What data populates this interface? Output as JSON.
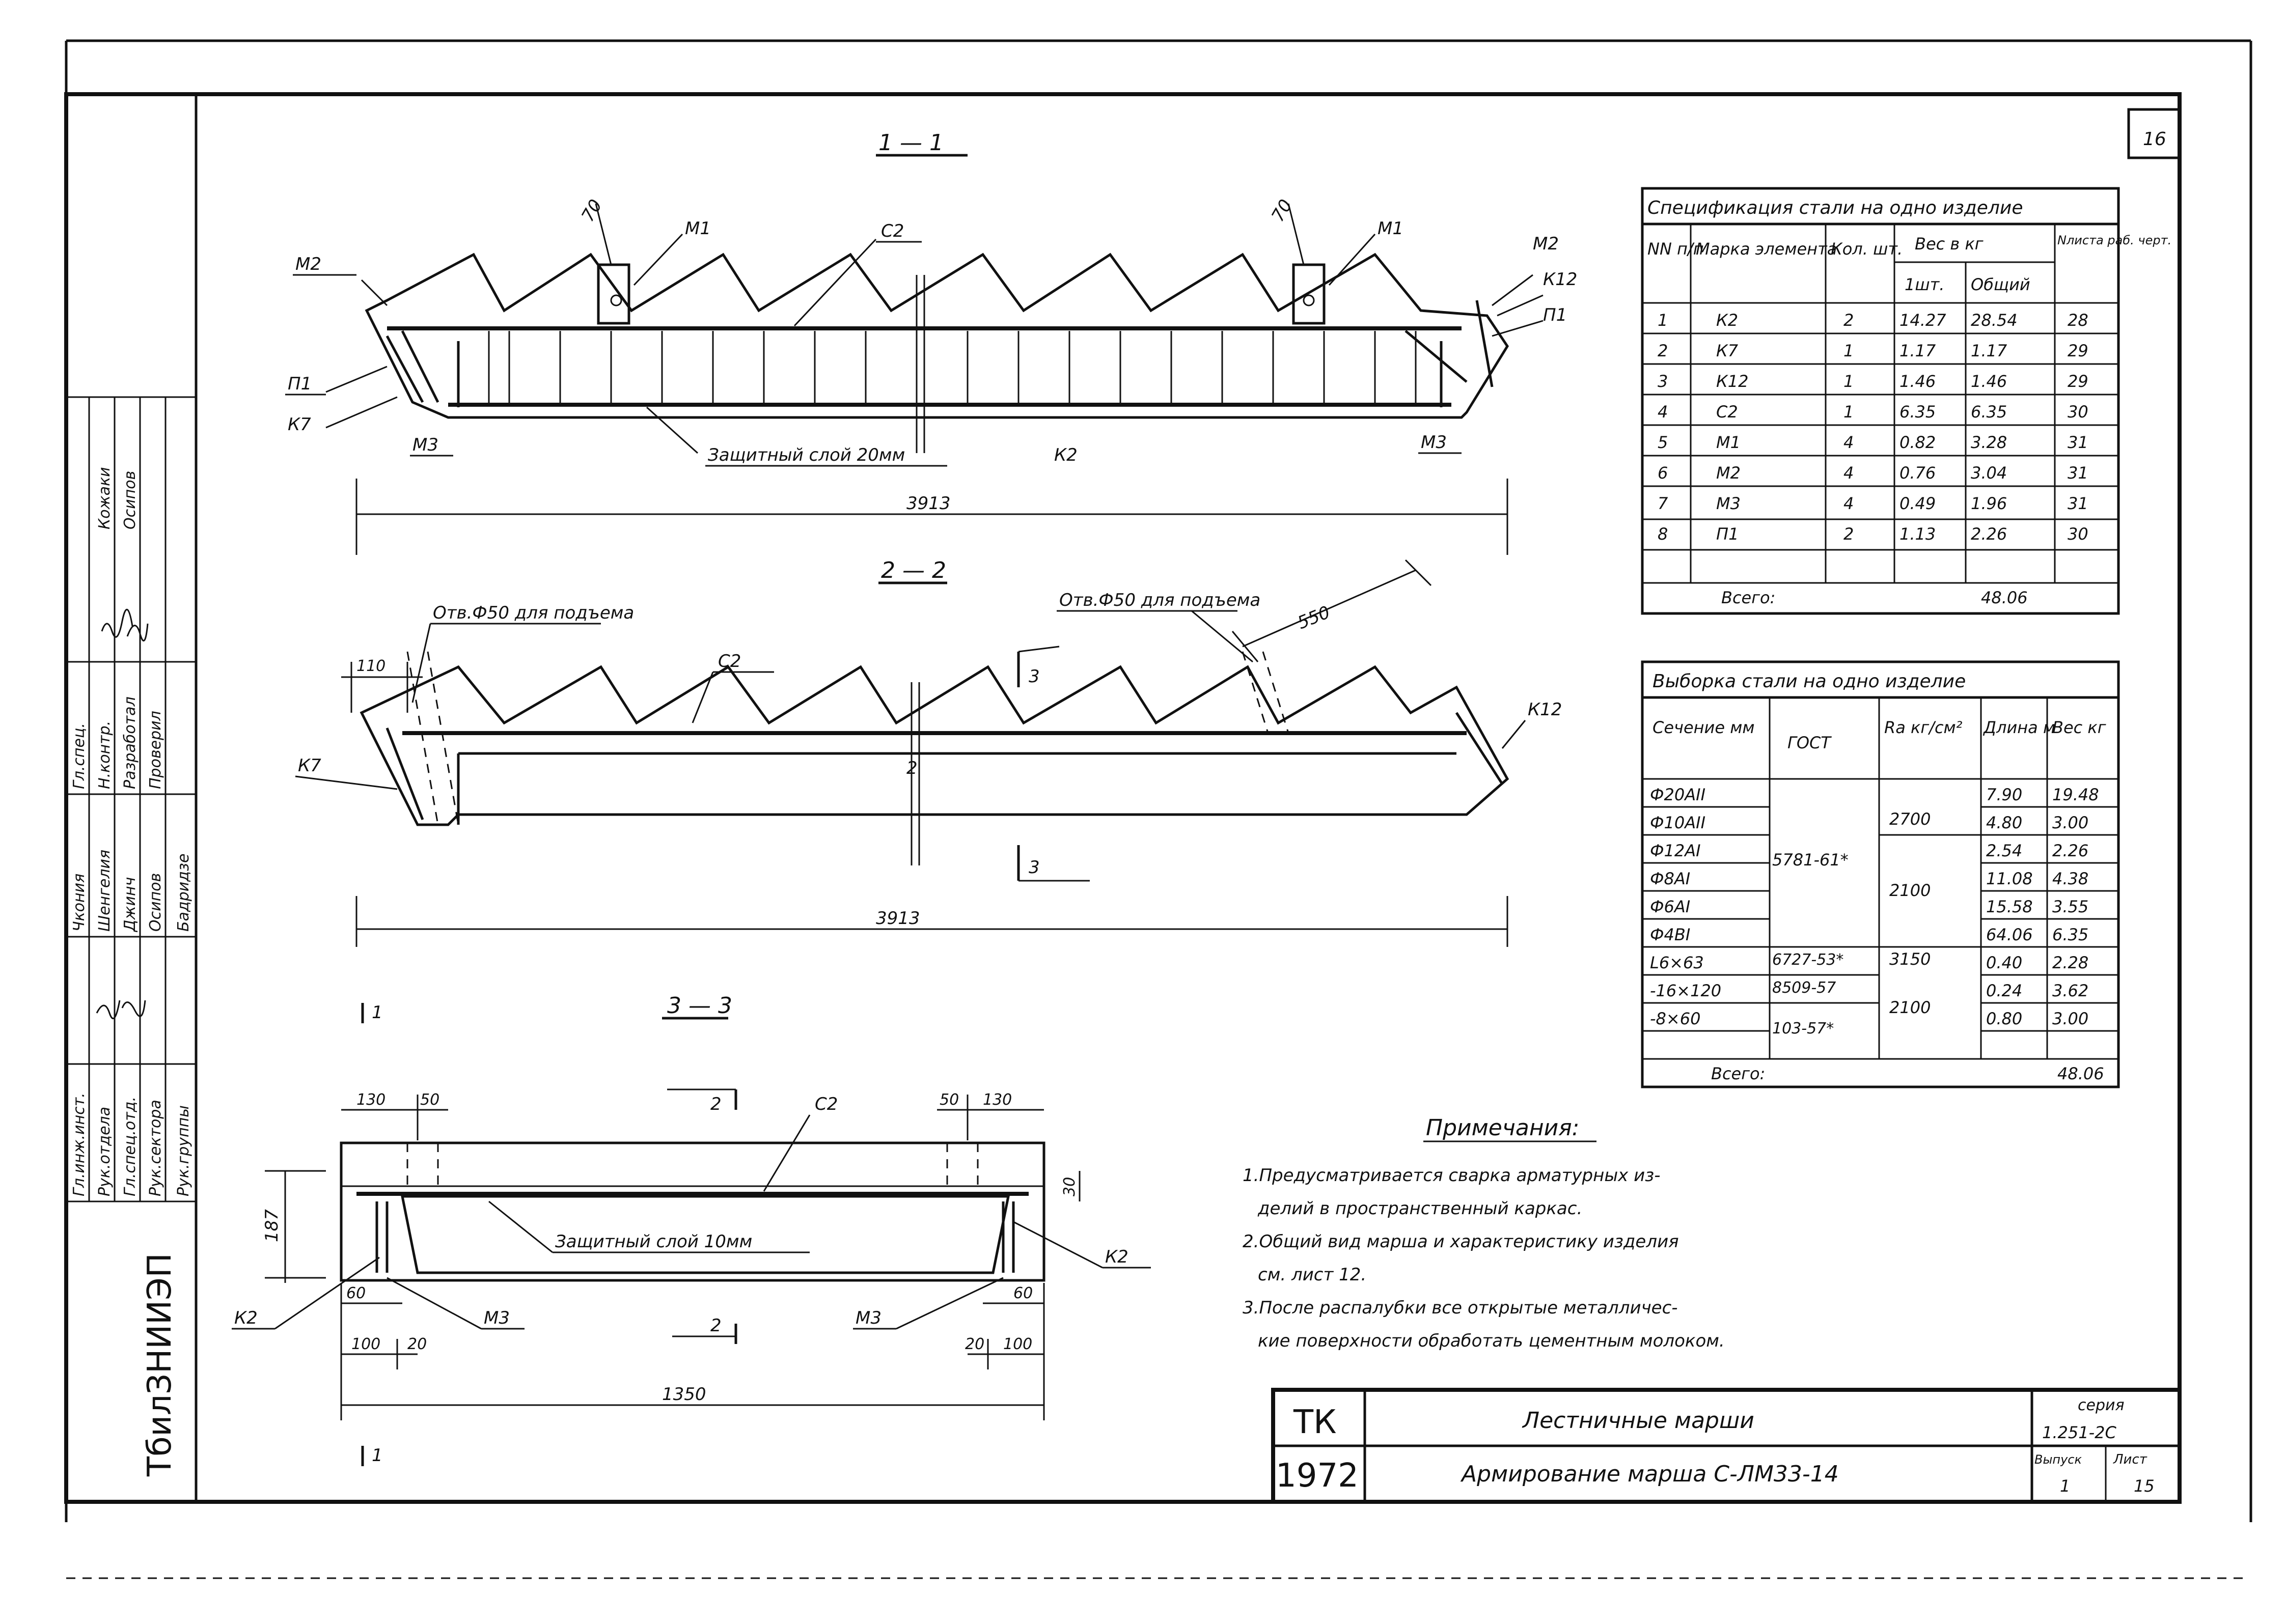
{
  "sheet": {
    "sheet_number": "16",
    "org": "ТбилЗНИИЭП",
    "stamp": {
      "col1": [
        "Гл.инж.инст.",
        "Рук.отдела",
        "Гл.спец.отд.",
        "Рук.сектора",
        "Рук.группы"
      ],
      "col2": [
        "Чкония",
        "Шенгелия",
        "Джинч",
        "Осипов",
        "Бадридзе"
      ],
      "col3": [
        "Гл.спец.",
        "Н.контр.",
        "Разработал",
        "Проверил"
      ],
      "col4": [
        "Кожаки",
        "Осипов"
      ]
    }
  },
  "section_1": {
    "title": "1 — 1",
    "dims": {
      "d70_left": "70",
      "d70_right": "70",
      "length": "3913"
    },
    "labels": {
      "m1_left": "М1",
      "m1_right": "М1",
      "c2": "С2",
      "m2_left": "М2",
      "m2_right": "М2",
      "k12": "К12",
      "p1_left": "П1",
      "p1_right": "П1",
      "k7": "К7",
      "m3_left": "М3",
      "m3_right": "М3",
      "k2": "К2",
      "cover_note": "Защитный слой 20мм"
    }
  },
  "section_2": {
    "title": "2 — 2",
    "dims": {
      "d110": "110",
      "d550": "550",
      "length": "3913",
      "center": "2"
    },
    "labels": {
      "hole_left": "Отв.Ф50 для подъема",
      "hole_right": "Отв.Ф50 для подъема",
      "c2": "С2",
      "k7": "К7",
      "k12": "К12",
      "cut3_top": "3",
      "cut3_bottom": "3"
    }
  },
  "section_3": {
    "title": "3 — 3",
    "dims": {
      "d130_left": "130",
      "d50_left": "50",
      "d50_right": "50",
      "d130_right": "130",
      "height": "187",
      "d30": "30",
      "d60_left": "60",
      "d100_left": "100",
      "d20_left": "20",
      "d60_right": "60",
      "d20_right": "20",
      "d100_right": "100",
      "width": "1350"
    },
    "labels": {
      "cut1_top": "1",
      "cut1_bottom": "1",
      "cut2_top": "2",
      "cut2_bottom": "2",
      "c2": "С2",
      "k2_left": "К2",
      "k2_right": "К2",
      "m3_left": "М3",
      "m3_right": "М3",
      "cover_note": "Защитный слой 10мм"
    }
  },
  "spec_table": {
    "title": "Спецификация стали на одно изделие",
    "headers": {
      "num": "NN п/п",
      "mark": "Марка элемента",
      "qty": "Кол. шт.",
      "weight": "Вес в кг",
      "w_one": "1шт.",
      "w_total": "Общий",
      "sheet": "Nлиста раб. черт."
    },
    "rows": [
      [
        "1",
        "К2",
        "2",
        "14.27",
        "28.54",
        "28"
      ],
      [
        "2",
        "К7",
        "1",
        "1.17",
        "1.17",
        "29"
      ],
      [
        "3",
        "К12",
        "1",
        "1.46",
        "1.46",
        "29"
      ],
      [
        "4",
        "С2",
        "1",
        "6.35",
        "6.35",
        "30"
      ],
      [
        "5",
        "М1",
        "4",
        "0.82",
        "3.28",
        "31"
      ],
      [
        "6",
        "М2",
        "4",
        "0.76",
        "3.04",
        "31"
      ],
      [
        "7",
        "М3",
        "4",
        "0.49",
        "1.96",
        "31"
      ],
      [
        "8",
        "П1",
        "2",
        "1.13",
        "2.26",
        "30"
      ]
    ],
    "total_label": "Всего:",
    "total_value": "48.06"
  },
  "select_table": {
    "title": "Выборка стали на одно изделие",
    "headers": {
      "section": "Сечение мм",
      "gost": "ГОСТ",
      "ra": "Ra кг/см²",
      "length": "Длина м",
      "weight": "Вес кг"
    },
    "sections": [
      "Ф20АII",
      "Ф10АII",
      "Ф12АI",
      "Ф8АI",
      "Ф6АI",
      "Ф4ВI",
      "L6×63",
      "-16×120",
      "-8×60"
    ],
    "lengths": [
      "7.90",
      "4.80",
      "2.54",
      "11.08",
      "15.58",
      "64.06",
      "0.40",
      "0.24",
      "0.80"
    ],
    "weights": [
      "19.48",
      "3.00",
      "2.26",
      "4.38",
      "3.55",
      "6.35",
      "2.28",
      "3.62",
      "3.00"
    ],
    "gost": [
      "5781-61*",
      "6727-53*",
      "8509-57",
      "103-57*"
    ],
    "ra": [
      "2700",
      "2100",
      "3150",
      "2100"
    ],
    "total_label": "Всего:",
    "total_value": "48.06"
  },
  "notes": {
    "title": "Примечания:",
    "lines": [
      "1.Предусматривается сварка арматурных из-",
      "делий в пространственный каркас.",
      "2.Общий вид марша и характеристику изделия",
      "см. лист 12.",
      "3.После распалубки все открытые металличес-",
      "кие поверхности обработать цементным молоком."
    ]
  },
  "title_block": {
    "code": "ТК",
    "year": "1972",
    "name": "Лестничные марши",
    "subtitle": "Армирование марша С-ЛМ33-14",
    "series_label": "серия",
    "series": "1.251-2С",
    "issue_label": "Выпуск",
    "issue": "1",
    "sheet_label": "Лист",
    "sheet": "15"
  }
}
